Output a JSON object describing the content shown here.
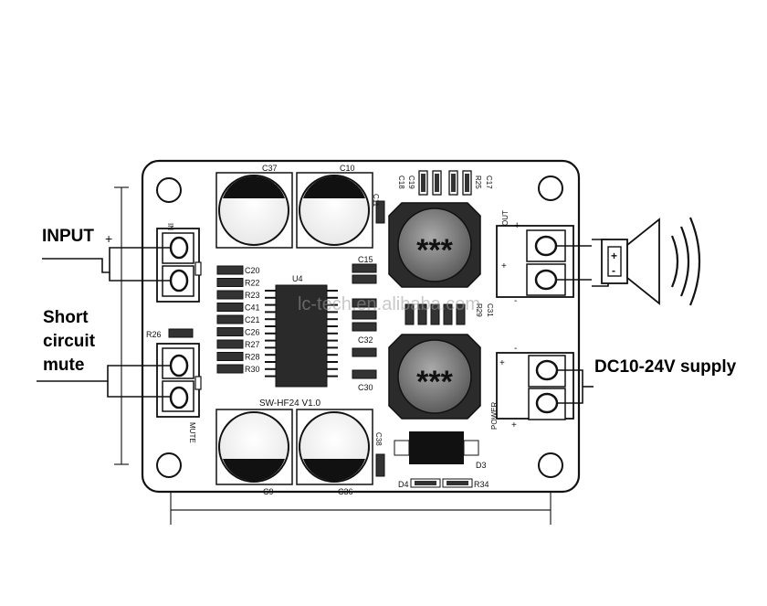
{
  "labels": {
    "input": "INPUT",
    "short_circuit_mute": [
      "Short",
      "circuit",
      "mute"
    ],
    "supply": "DC10-24V supply"
  },
  "board": {
    "version": "SW-HF24 V1.0",
    "ic": "U4",
    "inductor_marking": "***",
    "input_plus": "+",
    "header_in": "IN",
    "header_mute": "MUTE",
    "out_label": "OUT",
    "power_label": "POWER",
    "speaker_plus": "+",
    "speaker_minus": "-",
    "watermark": "lc-tech.en.alibaba.com",
    "caps_top": [
      "C37",
      "C10"
    ],
    "caps_bottom": [
      "C9",
      "C36"
    ],
    "left_column": [
      "C20",
      "R22",
      "R23",
      "C41",
      "C21",
      "C26",
      "R27",
      "R28",
      "R30"
    ],
    "right_column": [
      "C15",
      "C32",
      "C30"
    ],
    "top_small": [
      "C18",
      "C19",
      "R25",
      "C17"
    ],
    "mid_small": [
      "C11",
      "R29",
      "C31"
    ],
    "other": [
      "R26",
      "C38",
      "D3",
      "D4",
      "R34"
    ]
  }
}
